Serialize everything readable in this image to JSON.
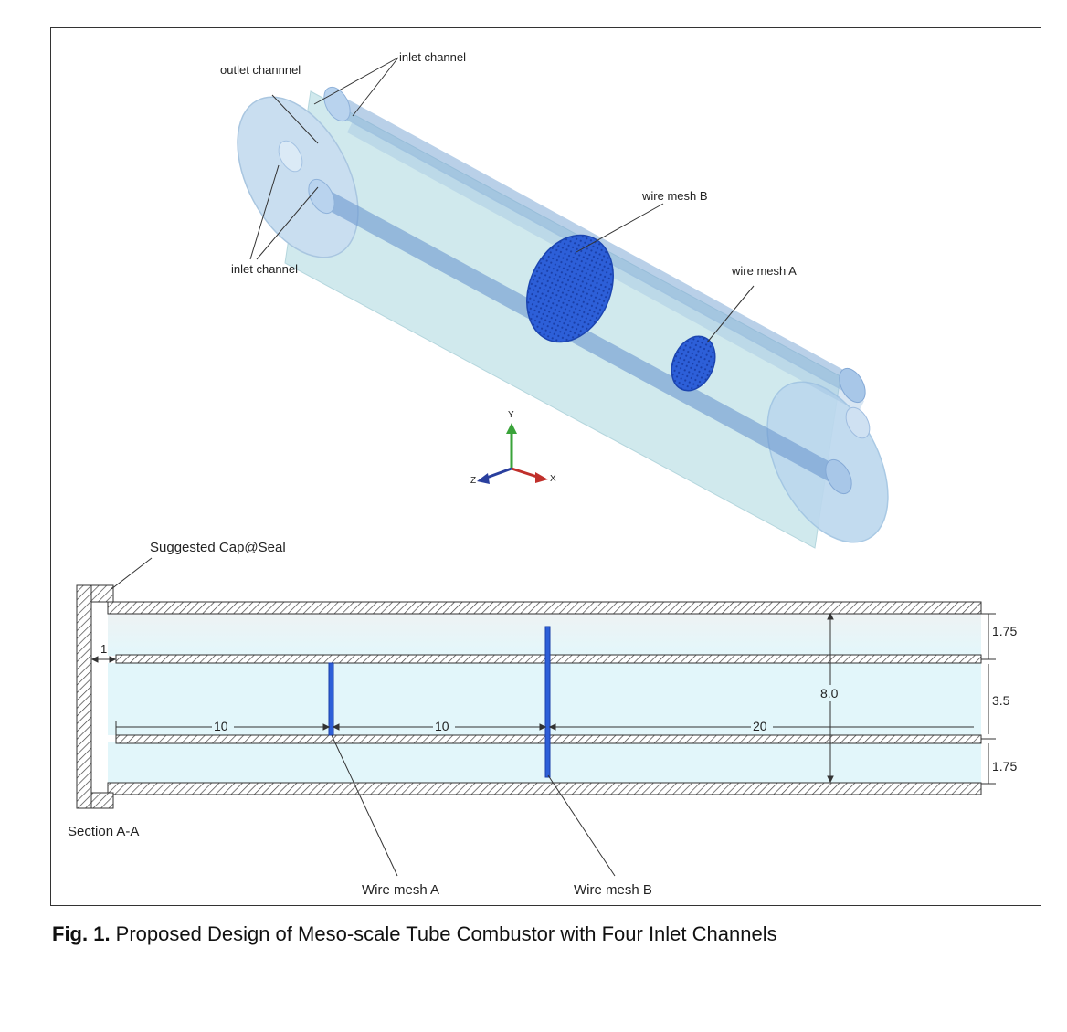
{
  "iso_view": {
    "labels": {
      "outlet": "outlet channnel",
      "inlet_top": "inlet channel",
      "inlet_left": "inlet channel",
      "mesh_b": "wire mesh B",
      "mesh_a": "wire mesh A"
    },
    "axes": {
      "y": "Y",
      "x": "X",
      "z": "Z"
    }
  },
  "section": {
    "cap_label": "Suggested Cap@Seal",
    "section_label": "Section A-A",
    "dims": {
      "offset": "1",
      "seg1": "10",
      "seg2": "10",
      "seg3": "20",
      "height": "8.0",
      "wall_top": "1.75",
      "core": "3.5",
      "wall_bottom": "1.75"
    },
    "mesh_a_label": "Wire mesh A",
    "mesh_b_label": "Wire mesh B"
  },
  "caption": {
    "prefix": "Fig. 1.",
    "text": " Proposed Design of Meso-scale Tube Combustor with Four Inlet Channels"
  },
  "colors": {
    "mesh": "#2d5fd8",
    "tube": "#cfe7ec",
    "channel": "#dff4f8"
  }
}
